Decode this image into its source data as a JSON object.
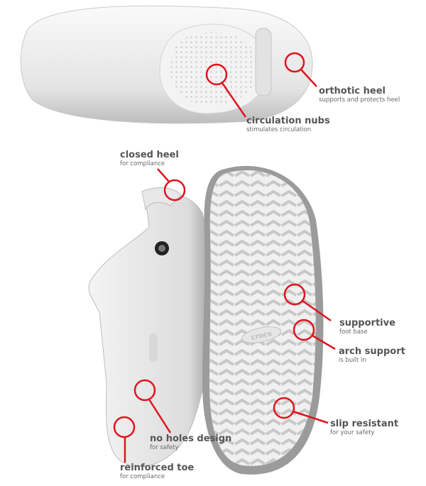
{
  "colors": {
    "accent": "#e0141e",
    "text": "#555555",
    "shoe": "#f2f2f2",
    "shadow": "#b8b8b8"
  },
  "callouts": [
    {
      "id": "orthotic-heel",
      "title": "orthotic heel",
      "subtitle": "supports and protects heel"
    },
    {
      "id": "circulation-nubs",
      "title": "circulation nubs",
      "subtitle": "stimulates circulation"
    },
    {
      "id": "closed-heel",
      "title": "closed heel",
      "subtitle": "for compliance"
    },
    {
      "id": "supportive",
      "title": "supportive",
      "subtitle": "foot base"
    },
    {
      "id": "arch-support",
      "title": "arch support",
      "subtitle": "is built in"
    },
    {
      "id": "slip-resistant",
      "title": "slip resistant",
      "subtitle": "for your safety"
    },
    {
      "id": "no-holes-design",
      "title": "no holes design",
      "subtitle": "for safety"
    },
    {
      "id": "reinforced-toe",
      "title": "reinforced toe",
      "subtitle": "for compliance"
    }
  ],
  "sole_brand": "crocs"
}
